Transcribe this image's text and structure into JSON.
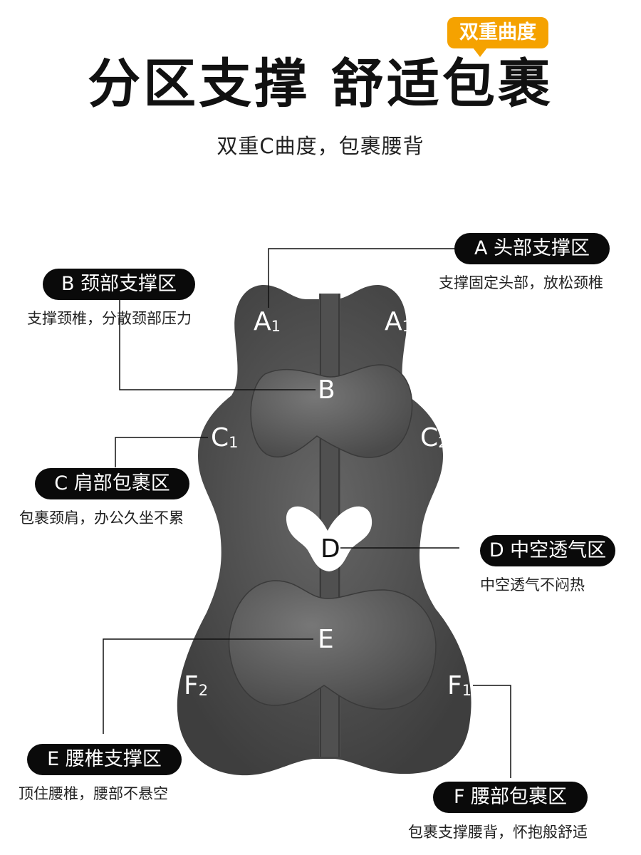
{
  "header": {
    "badge": "双重曲度",
    "title": "分区支撑 舒适包裹",
    "subtitle": "双重C曲度，包裹腰背"
  },
  "zones": [
    {
      "key": "a",
      "label": "A 头部支撑区",
      "desc": "支撑固定头部，放松颈椎"
    },
    {
      "key": "b",
      "label": "B 颈部支撑区",
      "desc": "支撑颈椎，分散颈部压力"
    },
    {
      "key": "c",
      "label": "C 肩部包裹区",
      "desc": "包裹颈肩，办公久坐不累"
    },
    {
      "key": "d",
      "label": "D 中空透气区",
      "desc": "中空透气不闷热"
    },
    {
      "key": "e",
      "label": "E 腰椎支撑区",
      "desc": "顶住腰椎，腰部不悬空"
    },
    {
      "key": "f",
      "label": "F 腰部包裹区",
      "desc": "包裹支撑腰背，怀抱般舒适"
    }
  ],
  "markers": {
    "a1_left": {
      "letter": "A",
      "sub": "1"
    },
    "a1_right": {
      "letter": "A",
      "sub": "1"
    },
    "b": {
      "letter": "B"
    },
    "c1": {
      "letter": "C",
      "sub": "1"
    },
    "c2": {
      "letter": "C",
      "sub": "2"
    },
    "d": {
      "letter": "D"
    },
    "e": {
      "letter": "E"
    },
    "f2": {
      "letter": "F",
      "sub": "2"
    },
    "f1": {
      "letter": "F",
      "sub": "1"
    }
  },
  "colors": {
    "badge": "#f5a200",
    "cushion": "#5a5a5a",
    "pill": "#0a0a0a"
  }
}
